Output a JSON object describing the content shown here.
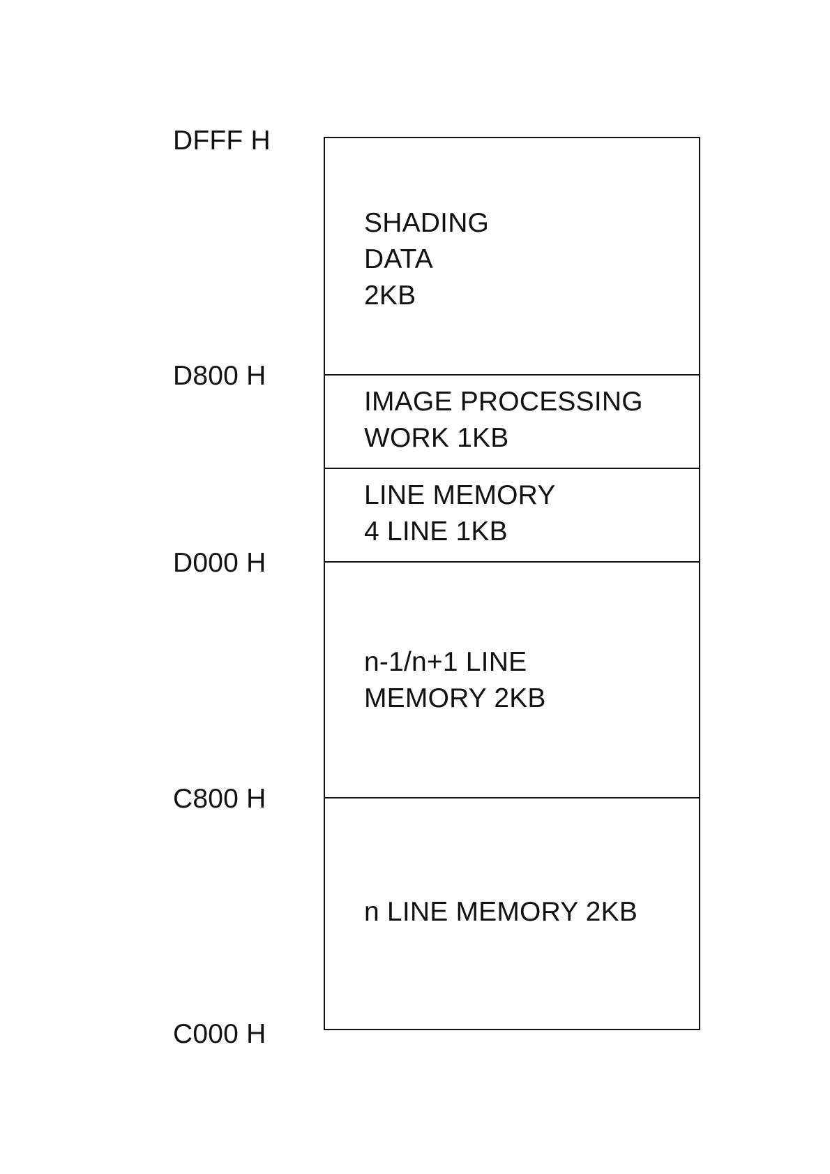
{
  "addresses": {
    "dfff": "DFFF H",
    "d800": "D800 H",
    "d000": "D000 H",
    "c800": "C800 H",
    "c000": "C000 H"
  },
  "regions": [
    {
      "lines": [
        "SHADING",
        "DATA",
        "2KB"
      ]
    },
    {
      "lines": [
        "IMAGE PROCESSING",
        "WORK 1KB"
      ]
    },
    {
      "lines": [
        "LINE MEMORY",
        "4 LINE 1KB"
      ]
    },
    {
      "lines": [
        "n-1/n+1 LINE",
        "MEMORY 2KB"
      ]
    },
    {
      "lines": [
        "n LINE MEMORY 2KB"
      ]
    }
  ]
}
